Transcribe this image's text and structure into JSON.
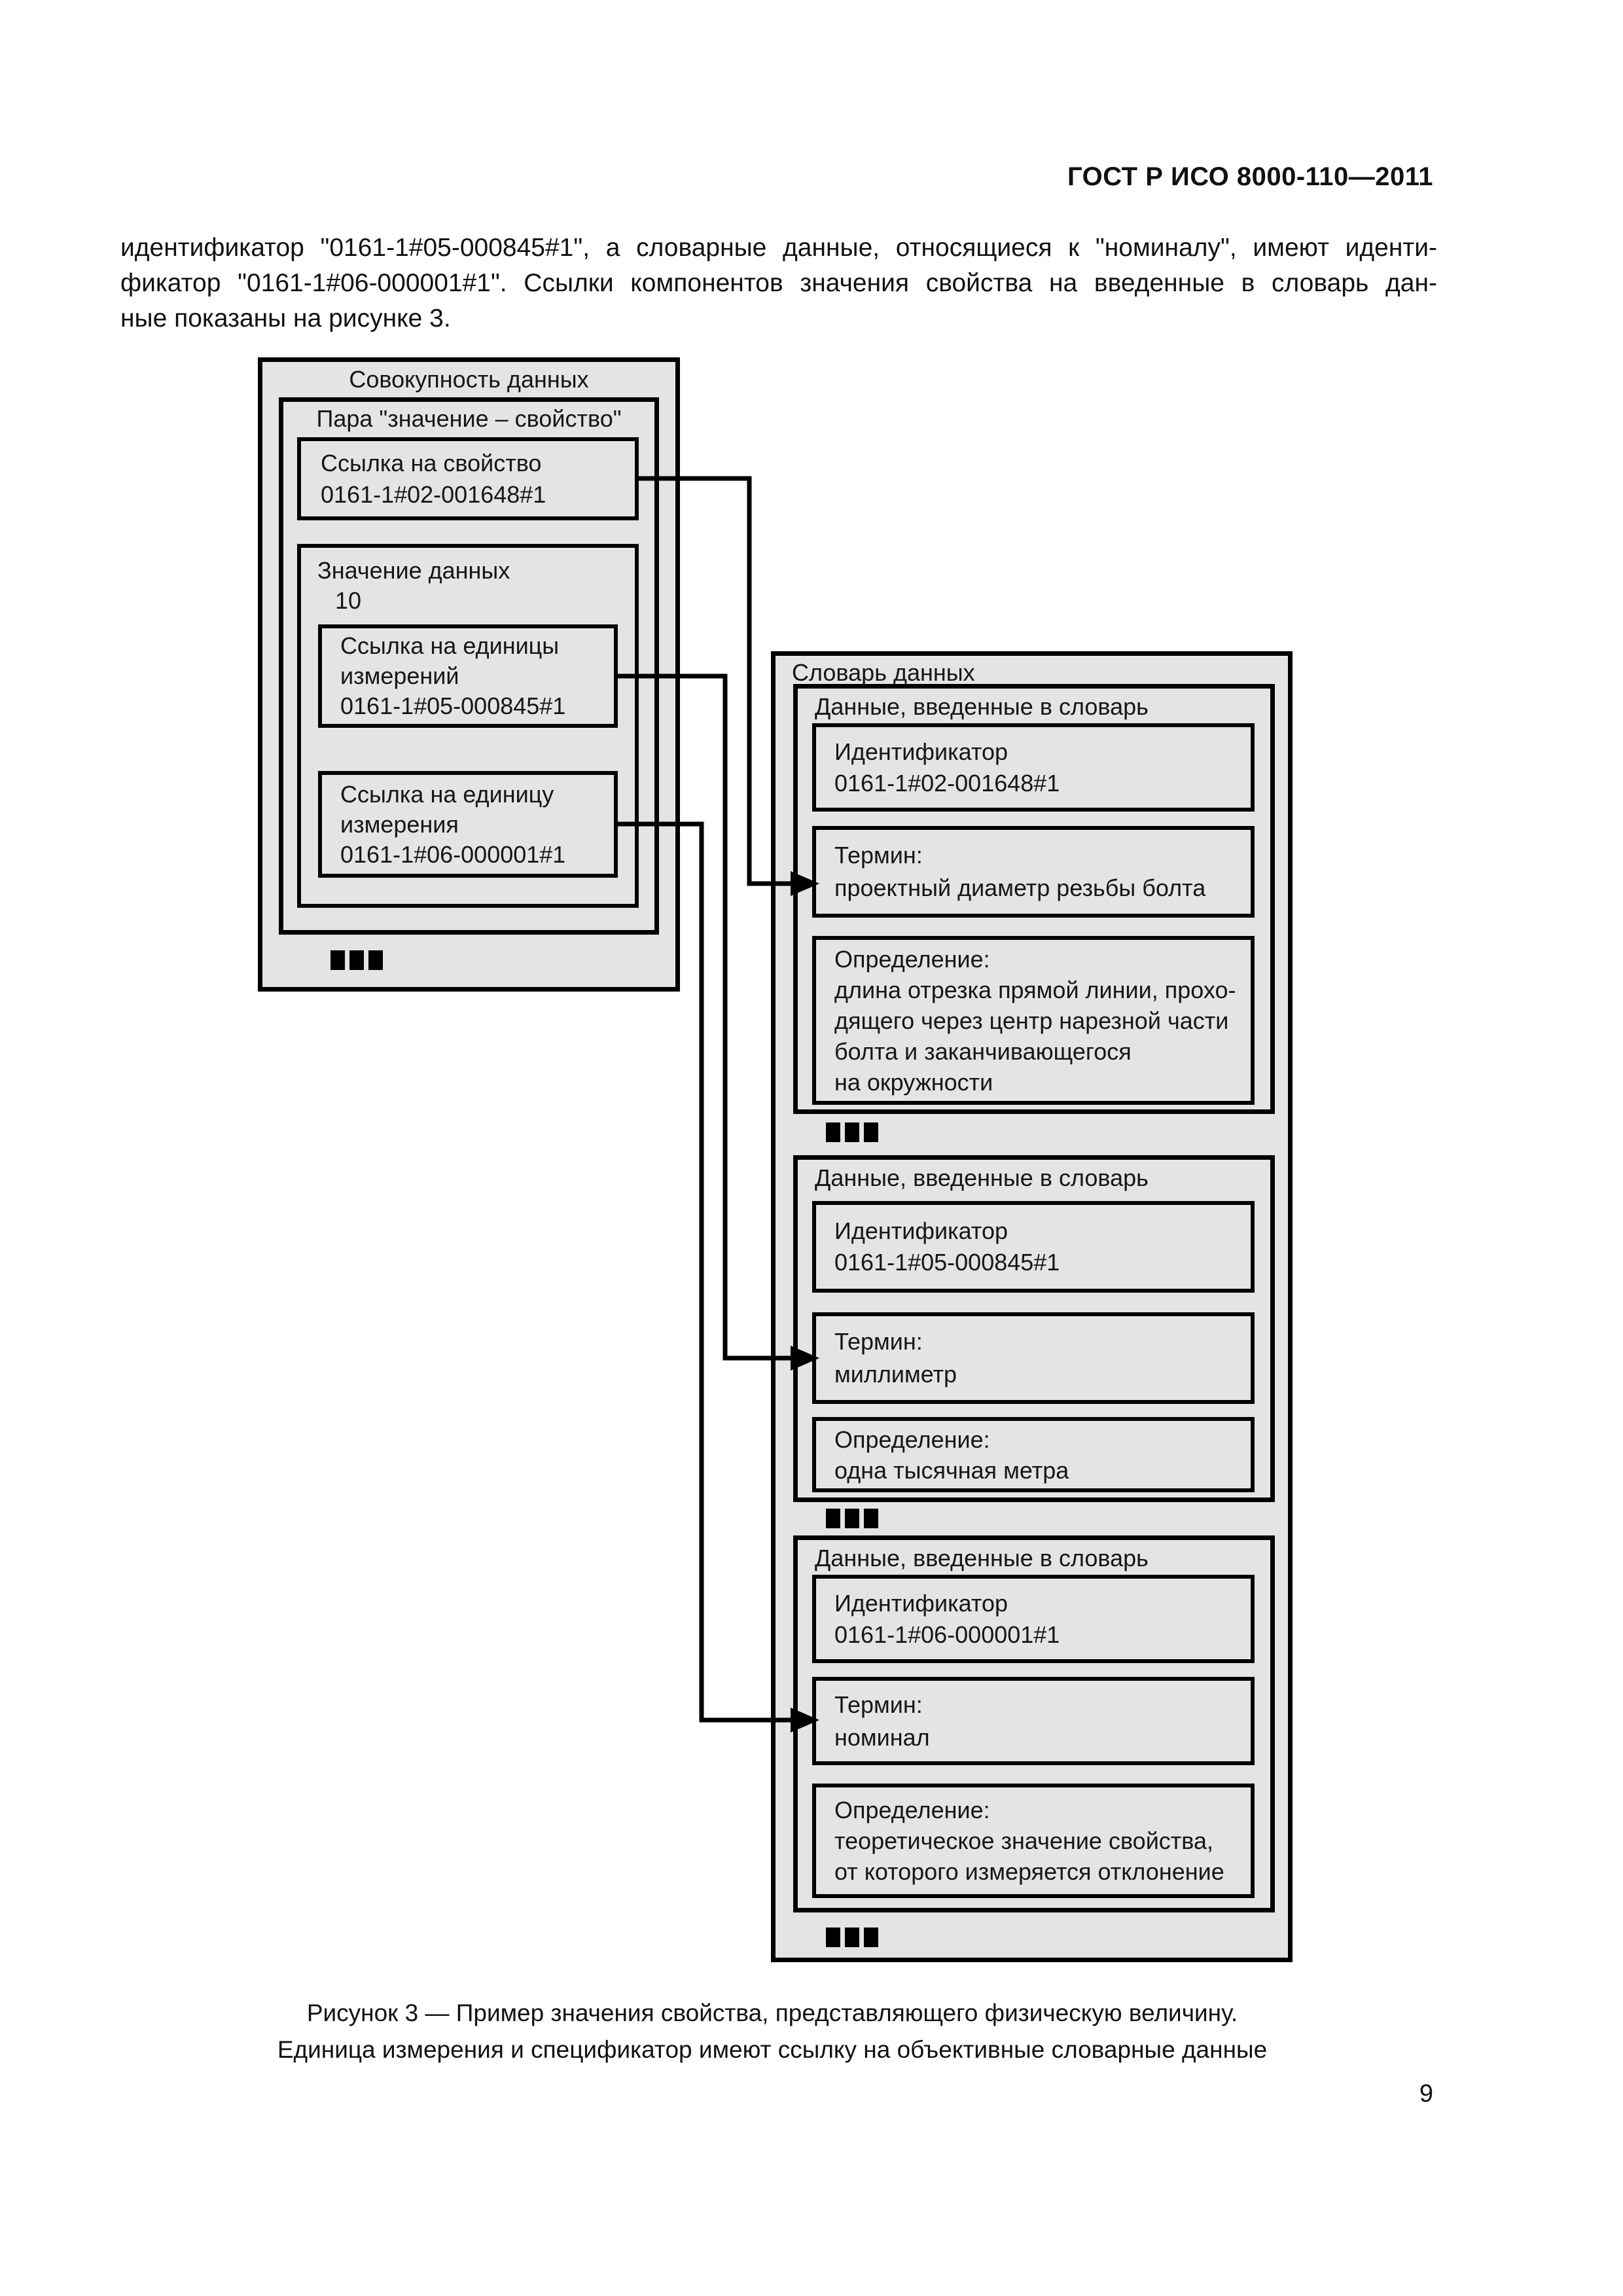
{
  "page": {
    "header_title": "ГОСТ Р ИСО 8000-110—2011",
    "page_number": "9",
    "intro_paragraph": {
      "line1": "идентификатор \"0161-1#05-000845#1\", а словарные данные, относящиеся к \"номиналу\", имеют иденти-",
      "line2": "фикатор \"0161-1#06-000001#1\". Ссылки компонентов значения свойства на введенные в словарь дан-",
      "line3": "ные показаны на рисунке 3."
    },
    "figure_caption": {
      "line1": "Рисунок 3 — Пример значения свойства, представляющего физическую величину.",
      "line2": "Единица измерения и спецификатор имеют ссылку на объективные словарные данные"
    }
  },
  "colors": {
    "box_fill": "#e4e4e4",
    "diagram_line": "#000000",
    "page_background": "#ffffff"
  },
  "diagram": {
    "data_set": {
      "title": "Совокупность данных",
      "value_property_pair": {
        "title": "Пара \"значение – свойство\"",
        "property_reference": {
          "label": "Ссылка на свойство",
          "identifier": "0161-1#02-001648#1"
        },
        "data_value": {
          "label": "Значение данных",
          "value": "10",
          "units_reference": {
            "label_line1": "Ссылка на единицы",
            "label_line2": "измерений",
            "identifier": "0161-1#05-000845#1"
          },
          "unit_reference": {
            "label_line1": "Ссылка на единицу",
            "label_line2": "измерения",
            "identifier": "0161-1#06-000001#1"
          }
        }
      }
    },
    "dictionary": {
      "title": "Словарь данных",
      "entries": [
        {
          "title": "Данные, введенные в словарь",
          "identifier_label": "Идентификатор",
          "identifier": "0161-1#02-001648#1",
          "term_label": "Термин:",
          "term": "проектный диаметр резьбы болта",
          "definition_label": "Определение:",
          "definition_lines": [
            "длина отрезка прямой линии, прохо-",
            "дящего через центр нарезной части",
            "болта и заканчивающегося",
            "на окружности"
          ]
        },
        {
          "title": "Данные, введенные в словарь",
          "identifier_label": "Идентификатор",
          "identifier": "0161-1#05-000845#1",
          "term_label": "Термин:",
          "term": "миллиметр",
          "definition_label": "Определение:",
          "definition_lines": [
            "одна тысячная метра"
          ]
        },
        {
          "title": "Данные, введенные в словарь",
          "identifier_label": "Идентификатор",
          "identifier": "0161-1#06-000001#1",
          "term_label": "Термин:",
          "term": "номинал",
          "definition_label": "Определение:",
          "definition_lines": [
            "теоретическое значение свойства,",
            "от которого измеряется отклонение"
          ]
        }
      ]
    }
  }
}
